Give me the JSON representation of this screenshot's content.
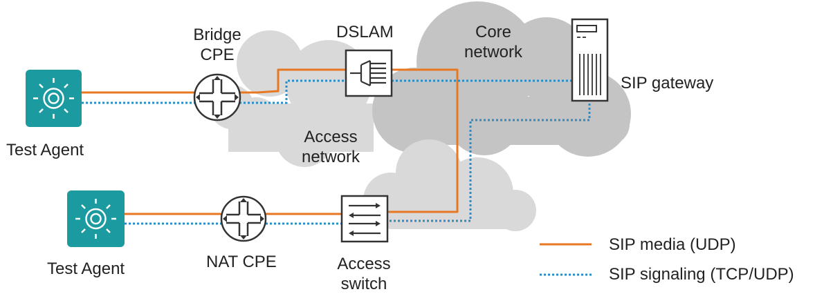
{
  "labels": {
    "bridge_cpe_line1": "Bridge",
    "bridge_cpe_line2": "CPE",
    "dslam": "DSLAM",
    "core_network_line1": "Core",
    "core_network_line2": "network",
    "sip_gateway": "SIP gateway",
    "test_agent_top": "Test Agent",
    "access_network_line1": "Access",
    "access_network_line2": "network",
    "test_agent_bottom": "Test Agent",
    "nat_cpe": "NAT CPE",
    "access_switch_line1": "Access",
    "access_switch_line2": "switch"
  },
  "legend": {
    "media": "SIP media (UDP)",
    "signaling": "SIP signaling (TCP/UDP)"
  },
  "colors": {
    "media_line": "#E87722",
    "signaling_line": "#2B8CC4",
    "cloud": "#D9D9D9",
    "core_cloud": "#C4C4C4",
    "agent_tile": "#1B9AA0",
    "device_stroke": "#333333"
  },
  "icons": {
    "test_agent": "test-agent-icon",
    "router": "router-icon",
    "dslam": "dslam-icon",
    "switch": "switch-icon",
    "server": "server-icon"
  }
}
